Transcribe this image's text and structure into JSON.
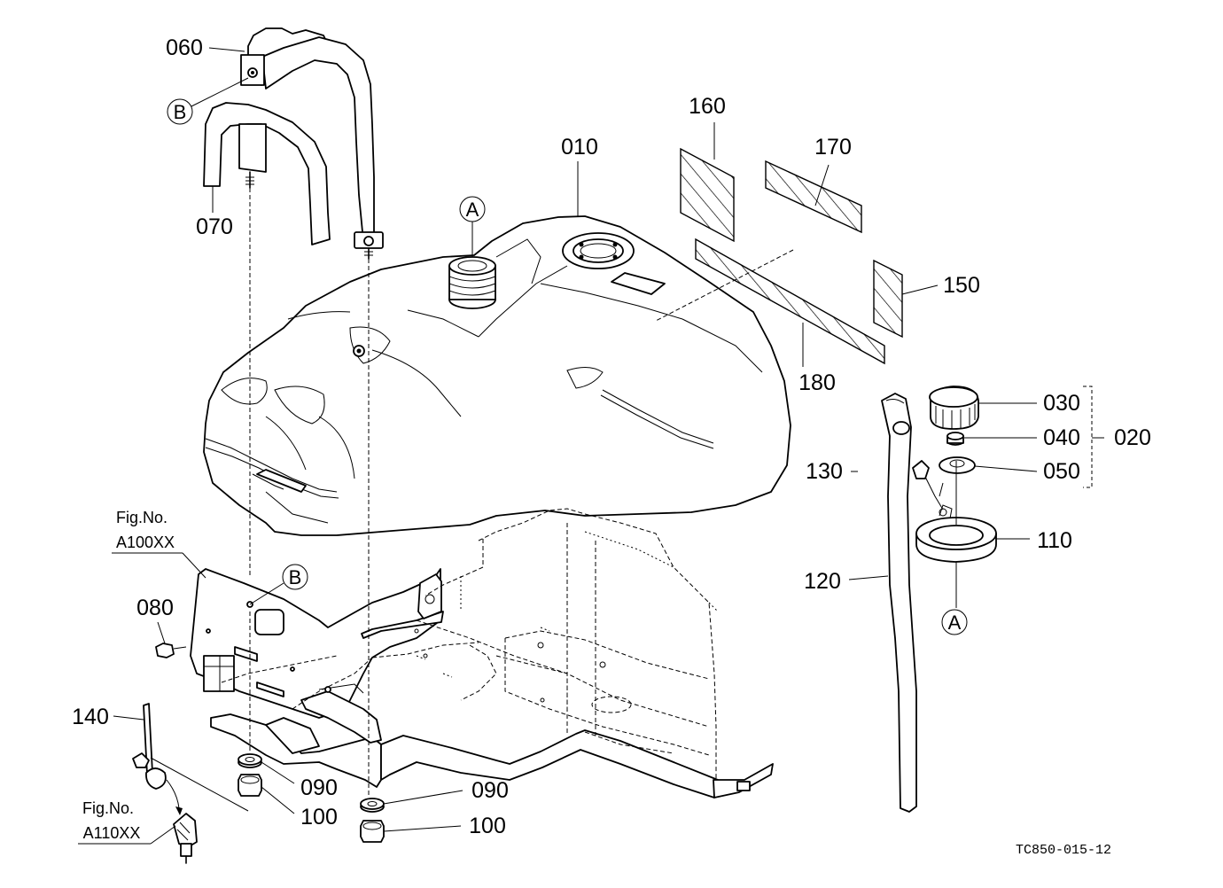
{
  "parts": {
    "p010": "010",
    "p020": "020",
    "p030": "030",
    "p040": "040",
    "p050": "050",
    "p060": "060",
    "p070": "070",
    "p080": "080",
    "p090": "090",
    "p100": "100",
    "p110": "110",
    "p120": "120",
    "p130": "130",
    "p140": "140",
    "p150": "150",
    "p160": "160",
    "p170": "170",
    "p180": "180"
  },
  "markers": {
    "a": "A",
    "b": "B"
  },
  "fig_refs": {
    "fig_label": "Fig.No.",
    "ref_a100": "A100XX",
    "ref_a110": "A110XX"
  },
  "drawing_code": "TC850-015-12"
}
